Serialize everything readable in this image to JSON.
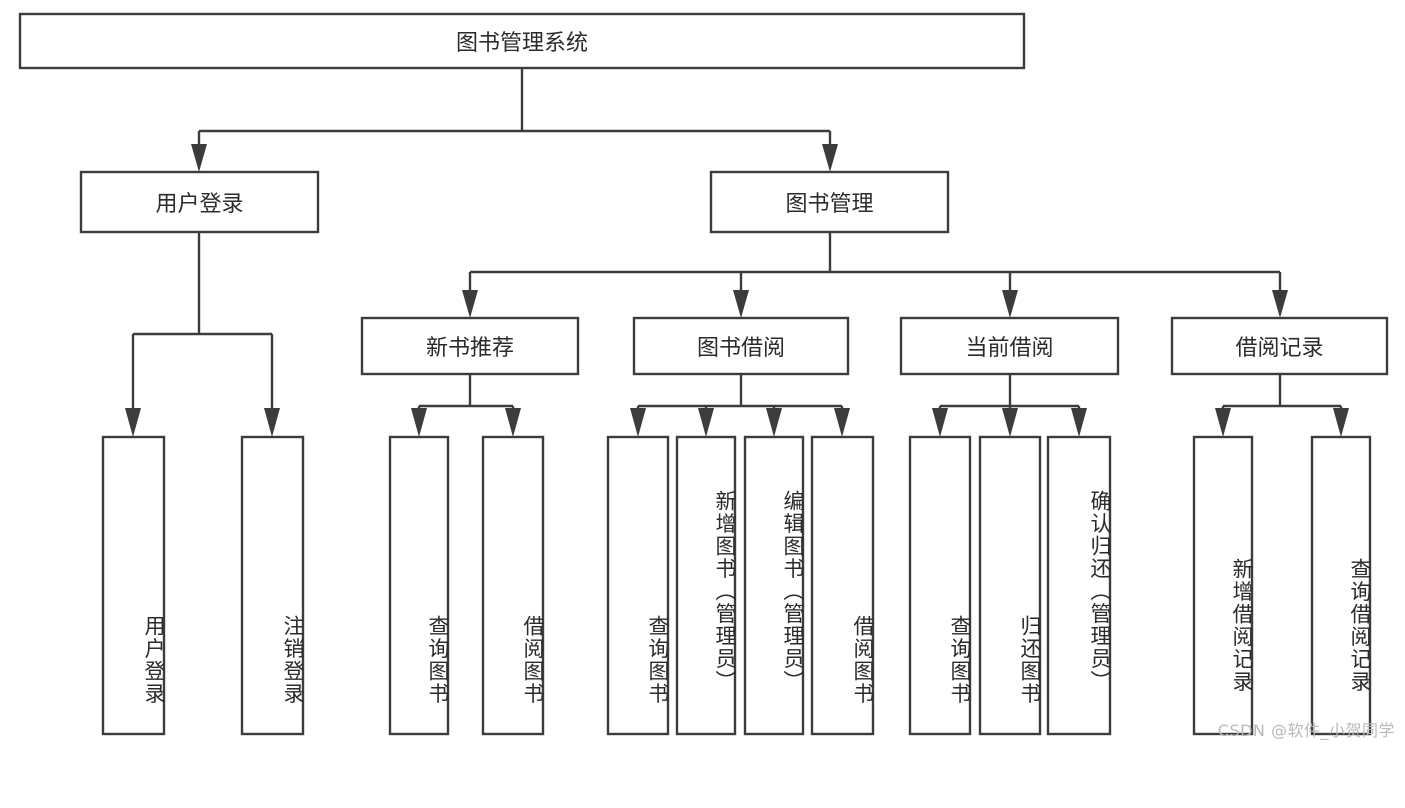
{
  "diagram": {
    "title": "图书管理系统",
    "type": "hierarchy-tree",
    "watermark": "CSDN @软件_小贺同学",
    "colors": {
      "box_stroke": "#3c3c3c",
      "box_fill": "#ffffff",
      "text": "#2b2b2b",
      "background": "#ffffff",
      "watermark": "#b9b9b9"
    },
    "levels": [
      {
        "level": 0,
        "nodes": [
          {
            "id": "root",
            "label": "图书管理系统",
            "orientation": "horizontal"
          }
        ]
      },
      {
        "level": 1,
        "nodes": [
          {
            "id": "login",
            "label": "用户登录",
            "orientation": "horizontal",
            "parent": "root"
          },
          {
            "id": "bookmgmt",
            "label": "图书管理",
            "orientation": "horizontal",
            "parent": "root"
          }
        ]
      },
      {
        "level": 2,
        "nodes": [
          {
            "id": "newbook",
            "label": "新书推荐",
            "orientation": "horizontal",
            "parent": "bookmgmt"
          },
          {
            "id": "borrow",
            "label": "图书借阅",
            "orientation": "horizontal",
            "parent": "bookmgmt"
          },
          {
            "id": "current",
            "label": "当前借阅",
            "orientation": "horizontal",
            "parent": "bookmgmt"
          },
          {
            "id": "records",
            "label": "借阅记录",
            "orientation": "horizontal",
            "parent": "bookmgmt"
          }
        ]
      },
      {
        "level": 3,
        "nodes": [
          {
            "id": "leaf1",
            "label": "用户登录",
            "orientation": "vertical",
            "parent": "login"
          },
          {
            "id": "leaf2",
            "label": "注销登录",
            "orientation": "vertical",
            "parent": "login"
          },
          {
            "id": "leaf3",
            "label": "查询图书",
            "orientation": "vertical",
            "parent": "newbook"
          },
          {
            "id": "leaf4",
            "label": "借阅图书",
            "orientation": "vertical",
            "parent": "newbook"
          },
          {
            "id": "leaf5",
            "label": "查询图书",
            "orientation": "vertical",
            "parent": "borrow"
          },
          {
            "id": "leaf6",
            "label": "新增图书（管理员）",
            "orientation": "vertical",
            "parent": "borrow"
          },
          {
            "id": "leaf7",
            "label": "编辑图书（管理员）",
            "orientation": "vertical",
            "parent": "borrow"
          },
          {
            "id": "leaf8",
            "label": "借阅图书",
            "orientation": "vertical",
            "parent": "borrow"
          },
          {
            "id": "leaf9",
            "label": "查询图书",
            "orientation": "vertical",
            "parent": "current"
          },
          {
            "id": "leaf10",
            "label": "归还图书",
            "orientation": "vertical",
            "parent": "current"
          },
          {
            "id": "leaf11",
            "label": "确认归还（管理员）",
            "orientation": "vertical",
            "parent": "current"
          },
          {
            "id": "leaf12",
            "label": "新增借阅记录",
            "orientation": "vertical",
            "parent": "records"
          },
          {
            "id": "leaf13",
            "label": "查询借阅记录",
            "orientation": "vertical",
            "parent": "records"
          }
        ]
      }
    ]
  }
}
